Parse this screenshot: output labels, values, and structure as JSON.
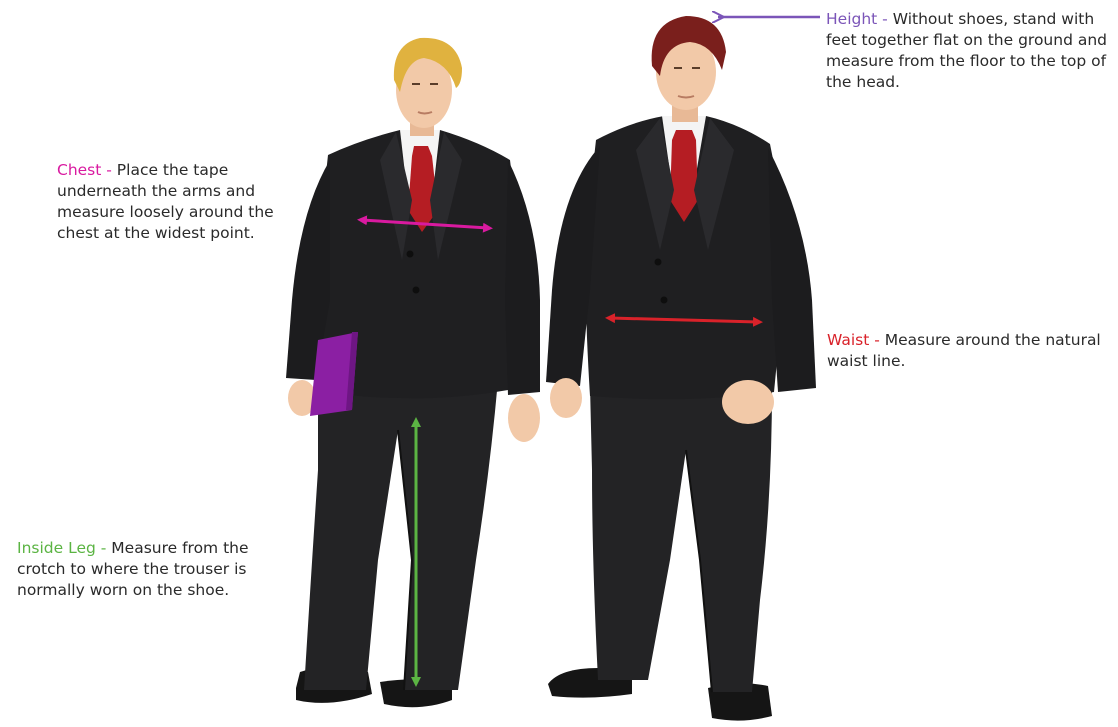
{
  "colors": {
    "background": "#ffffff",
    "suit": "#1f1f21",
    "shirt": "#f4f4f4",
    "tie": "#b51d23",
    "skin": "#f2c9a8",
    "hair_left": "#e0b23f",
    "hair_right": "#7a1f1c",
    "folder": "#8b1fa3",
    "shoe": "#151515"
  },
  "annotations": {
    "height": {
      "term": "Height",
      "separator": " - ",
      "text": "Without shoes, stand with feet together flat on the ground and measure from the floor to the top of the head.",
      "color": "#7b55b8"
    },
    "chest": {
      "term": "Chest",
      "separator": " - ",
      "text": "Place the tape underneath the arms and measure loosely around the chest at the widest point.",
      "color": "#d91aa0"
    },
    "waist": {
      "term": "Waist",
      "separator": " - ",
      "text": "Measure around the natural waist line.",
      "color": "#d9222a"
    },
    "inside_leg": {
      "term": "Inside Leg",
      "separator": " - ",
      "text": "Measure from the crotch to where the trouser is normally worn on the shoe.",
      "color": "#5bb443"
    }
  },
  "icons": [
    "height-arrow-icon",
    "chest-arrow-icon",
    "waist-arrow-icon",
    "inside-leg-arrow-icon"
  ]
}
